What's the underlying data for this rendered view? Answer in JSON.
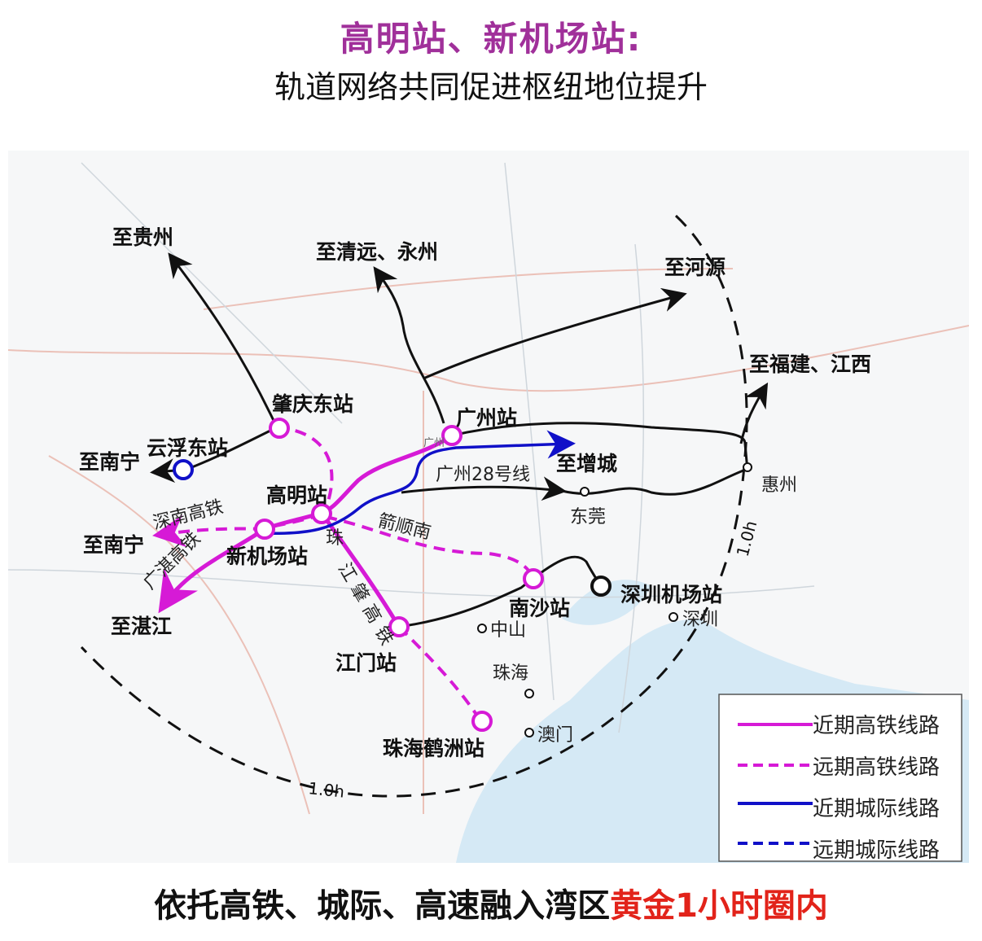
{
  "header": {
    "title": "高明站、新机场站:",
    "subtitle": "轨道网络共同促进枢纽地位提升"
  },
  "map": {
    "stations": {
      "zhaoqing_east": "肇庆东站",
      "yunfu_east": "云浮东站",
      "gaoming": "高明站",
      "new_airport": "新机场站",
      "guangzhou": "广州站",
      "nansha": "南沙站",
      "jiangmen": "江门站",
      "zhuhai_hezhou": "珠海鹤洲站",
      "shenzhen_airport": "深圳机场站"
    },
    "destinations": {
      "guizhou": "至贵州",
      "qingyuan_yongzhou": "至清远、永州",
      "heyuan": "至河源",
      "fujian_jiangxi": "至福建、江西",
      "nanning_1": "至南宁",
      "nanning_2": "至南宁",
      "zhanjiang": "至湛江",
      "zengcheng": "至增城"
    },
    "line_labels": {
      "shennan": "深南高铁",
      "guangzhan": "广湛高铁",
      "zhujiang_1": "珠",
      "zhujiang_2": "江",
      "zhujiang_3": "肇",
      "zhujiang_4": "高",
      "zhujiang_5": "铁",
      "jishunnan": "箭顺南",
      "gz28": "广州28号线"
    },
    "cities": {
      "guangzhou": "广州",
      "dongguan": "东莞",
      "huizhou": "惠州",
      "zhongshan": "中山",
      "zhuhai": "珠海",
      "macau": "澳门",
      "shenzhen": "深圳"
    },
    "isochrone_labels": [
      "1.0h",
      "1.0h"
    ],
    "colors": {
      "high_speed": "#d61ad6",
      "intercity": "#1010c8",
      "other": "#111111"
    }
  },
  "legend": {
    "items": [
      {
        "label": "近期高铁线路"
      },
      {
        "label": "远期高铁线路"
      },
      {
        "label": "近期城际线路"
      },
      {
        "label": "远期城际线路"
      }
    ]
  },
  "footer": {
    "text": "依托高铁、城际、高速融入湾区",
    "highlight": "黄金1小时圈内"
  }
}
